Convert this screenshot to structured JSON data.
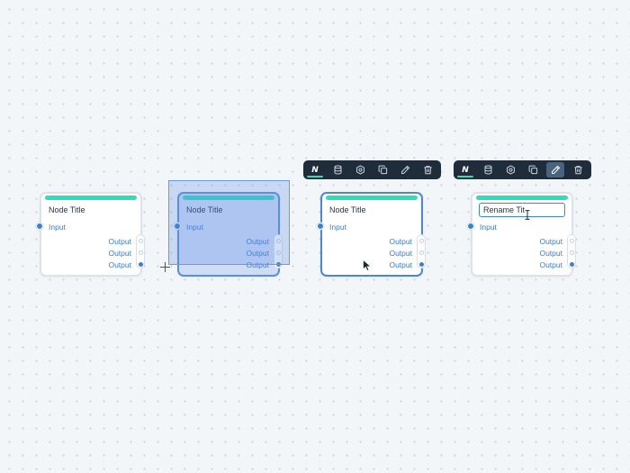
{
  "canvas": {
    "background": "#f3f6f9",
    "accent": "#2fdcbc",
    "selection_color": "#4a86dc"
  },
  "nodes": [
    {
      "title": "Node Title",
      "input": "Input",
      "outputs": [
        "Output",
        "Output",
        "Output"
      ],
      "state": "default"
    },
    {
      "title": "Node Title",
      "input": "Input",
      "outputs": [
        "Output",
        "Output",
        "Output"
      ],
      "state": "box-selected"
    },
    {
      "title": "Node Title",
      "input": "Input",
      "outputs": [
        "Output",
        "Output",
        "Output"
      ],
      "state": "selected"
    },
    {
      "title": "",
      "rename_value": "Rename Tit",
      "input": "Input",
      "outputs": [
        "Output",
        "Output",
        "Output"
      ],
      "state": "renaming"
    }
  ],
  "toolbar": {
    "logo": "N",
    "icons": [
      "logo-icon",
      "database-icon",
      "settings-icon",
      "duplicate-icon",
      "edit-icon",
      "delete-icon"
    ]
  }
}
